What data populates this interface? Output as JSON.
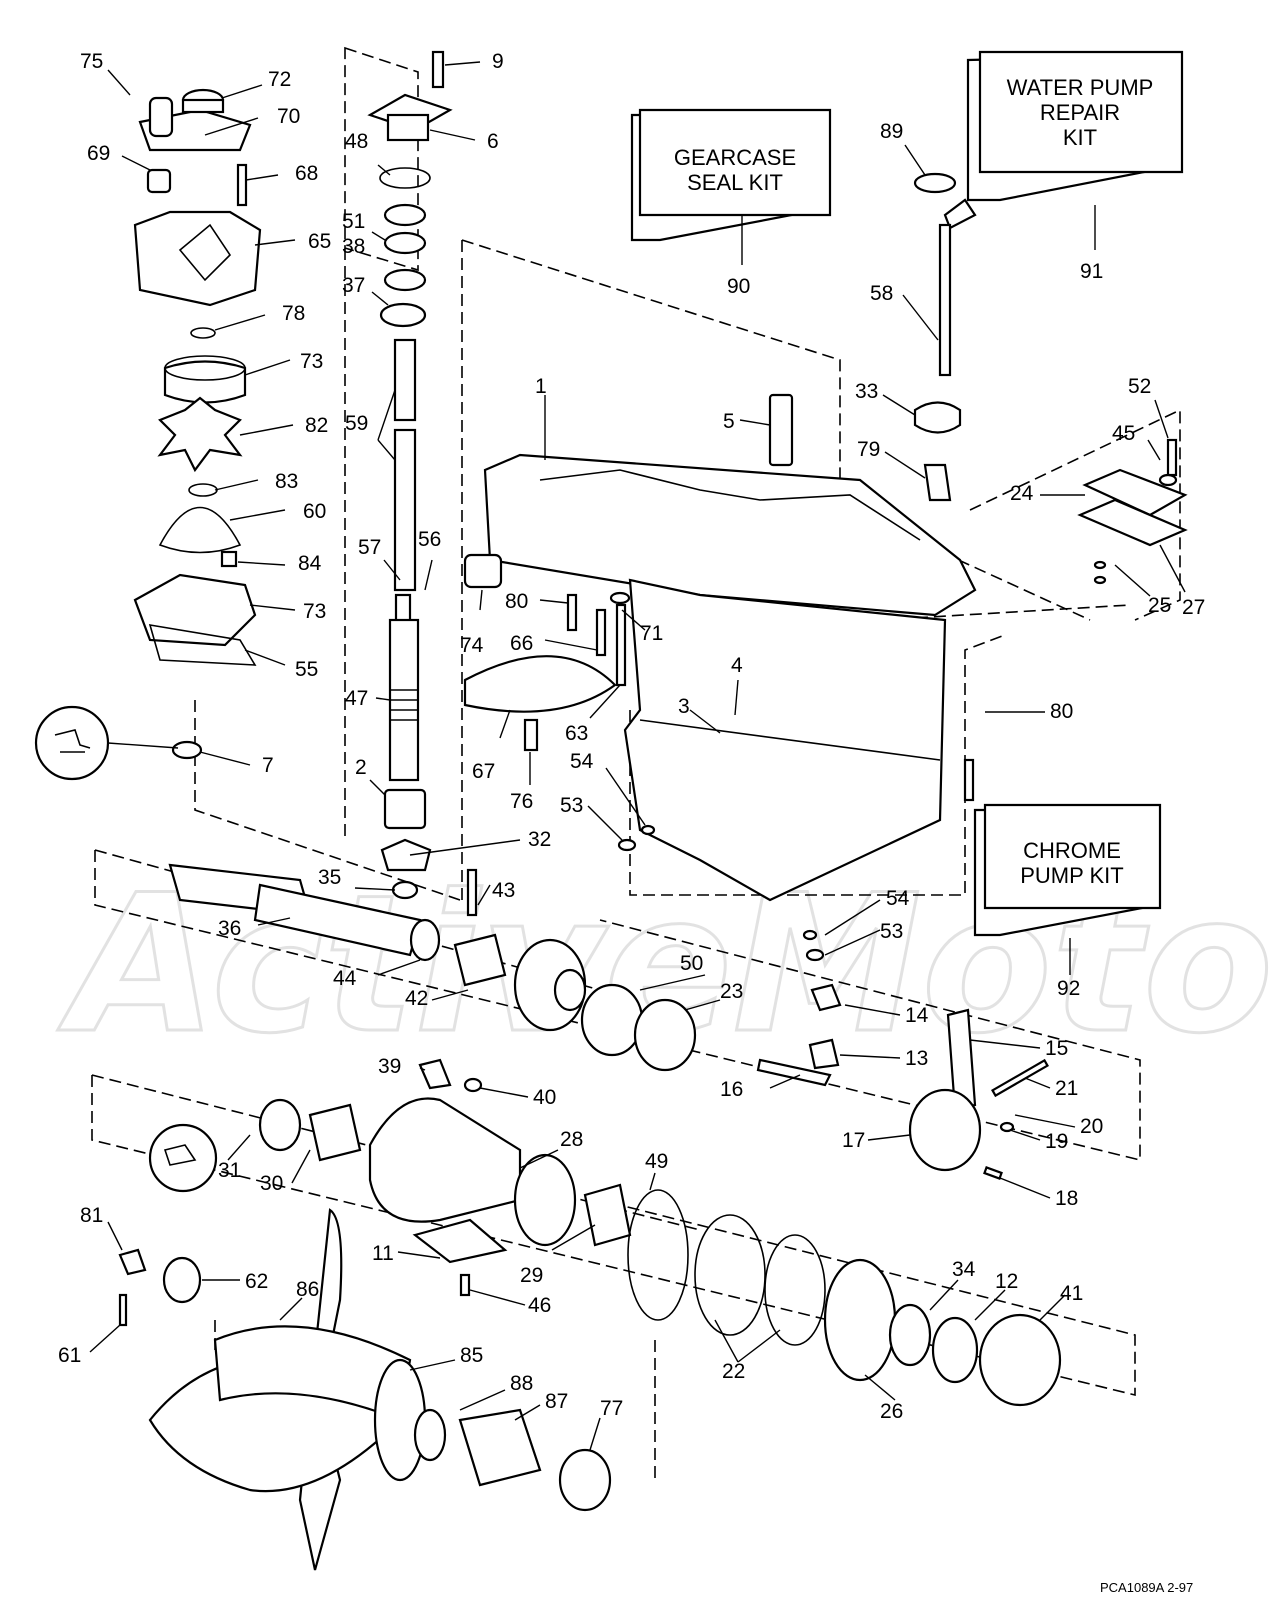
{
  "callouts": [
    "75",
    "72",
    "70",
    "69",
    "68",
    "65",
    "78",
    "73",
    "82",
    "83",
    "60",
    "84",
    "73",
    "55",
    "7",
    "9",
    "6",
    "48",
    "51",
    "38",
    "37",
    "59",
    "57",
    "56",
    "47",
    "2",
    "32",
    "35",
    "43",
    "36",
    "44",
    "42",
    "50",
    "23",
    "1",
    "5",
    "74",
    "80",
    "66",
    "71",
    "63",
    "67",
    "76",
    "3",
    "4",
    "54",
    "53",
    "54",
    "53",
    "90",
    "89",
    "58",
    "33",
    "79",
    "52",
    "45",
    "24",
    "25",
    "27",
    "91",
    "80",
    "92",
    "14",
    "13",
    "15",
    "21",
    "16",
    "20",
    "19",
    "17",
    "18",
    "39",
    "40",
    "28",
    "31",
    "30",
    "49",
    "29",
    "11",
    "46",
    "22",
    "26",
    "34",
    "12",
    "41",
    "81",
    "62",
    "86",
    "61",
    "85",
    "88",
    "87",
    "77"
  ],
  "kits": {
    "gearcase": [
      "GEARCASE",
      "SEAL KIT"
    ],
    "water_pump": [
      "WATER PUMP",
      "REPAIR",
      "KIT"
    ],
    "chrome_pump": [
      "CHROME",
      "PUMP KIT"
    ]
  },
  "drawing_code": "PCA1089A   2-97",
  "watermark": "ActiveMoto",
  "colors": {
    "ink": "#000000",
    "paper": "#ffffff",
    "watermark": "#e2e2e2"
  }
}
